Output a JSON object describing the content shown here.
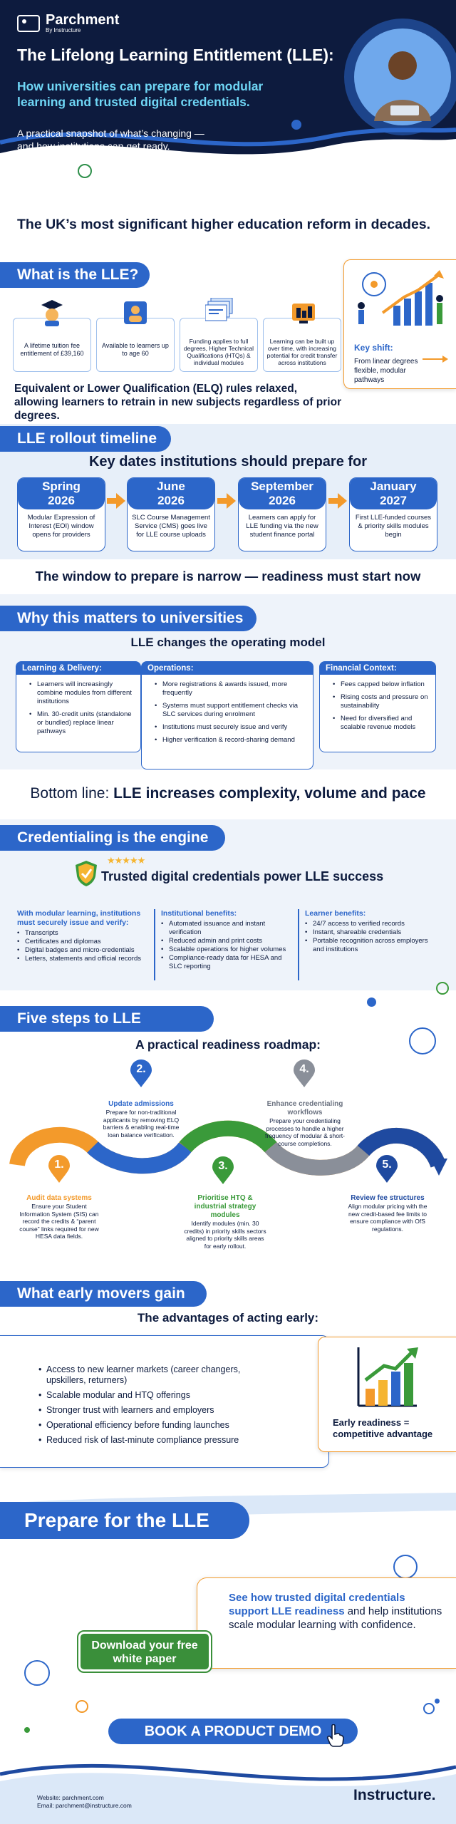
{
  "header": {
    "logo_name": "Parchment",
    "logo_sub": "By Instructure",
    "title": "The Lifelong Learning Entitlement (LLE):",
    "subtitle_line1": "How universities can prepare for modular",
    "subtitle_line2": "learning and trusted digital credentials.",
    "intro_line1": "A practical snapshot of what’s changing —",
    "intro_line2": "and how institutions can get ready."
  },
  "headline": "The UK’s most significant higher education reform in decades.",
  "what_is": {
    "heading": "What is the LLE?",
    "cards": [
      {
        "text": "A lifetime tuition fee entitlement of £39,160"
      },
      {
        "text": "Available to learners up to age 60"
      },
      {
        "text": "Funding applies to full degrees, Higher Technical Qualifications (HTQs) & individual modules"
      },
      {
        "text": "Learning can be built up over time, with increasing potential for credit transfer across institutions"
      }
    ],
    "key_shift_label": "Key shift:",
    "key_shift_text": "From linear degrees flexible, modular pathways",
    "elq_text": "Equivalent or Lower Qualification (ELQ) rules relaxed, allowing learners to retrain in new subjects regardless of prior degrees."
  },
  "timeline": {
    "heading": "LLE rollout timeline",
    "subheading": "Key dates institutions should prepare for",
    "items": [
      {
        "month": "Spring",
        "year": "2026",
        "text": "Modular Expression of Interest (EOI) window opens for providers"
      },
      {
        "month": "June",
        "year": "2026",
        "text": "SLC Course Management Service (CMS) goes live for LLE course uploads"
      },
      {
        "month": "September",
        "year": "2026",
        "text": "Learners can apply for LLE funding via the new student finance portal"
      },
      {
        "month": "January",
        "year": "2027",
        "text": "First LLE-funded courses & priority skills modules begin"
      }
    ],
    "window_text": "The window to prepare is narrow — readiness must start now"
  },
  "why": {
    "heading": "Why this matters to universities",
    "subheading": "LLE changes the operating model",
    "columns": [
      {
        "title": "Learning & Delivery:",
        "items": [
          "Learners will increasingly combine modules from different institutions",
          "Min. 30-credit units (standalone or bundled) replace linear pathways"
        ]
      },
      {
        "title": "Operations:",
        "items": [
          "More registrations & awards issued, more frequently",
          "Systems must support entitlement checks via SLC services during enrolment",
          "Institutions must securely issue and verify",
          "Higher verification & record-sharing demand"
        ]
      },
      {
        "title": "Financial Context:",
        "items": [
          "Fees capped below inflation",
          "Rising costs and pressure on sustainability",
          "Need for diversified and scalable revenue models"
        ]
      }
    ],
    "bottom_prefix": "Bottom line: ",
    "bottom_bold": "LLE increases complexity, volume and pace"
  },
  "credentialing": {
    "heading": "Credentialing is the engine",
    "subheading": "Trusted digital credentials power LLE success",
    "col1_title": "With modular learning, institutions must securely issue and verify:",
    "col1_items": [
      "Transcripts",
      "Certificates and diplomas",
      "Digital badges and micro-credentials",
      "Letters, statements and official records"
    ],
    "col2_title": "Institutional benefits:",
    "col2_items": [
      "Automated issuance and instant verification",
      "Reduced admin and print costs",
      "Scalable operations for higher volumes",
      "Compliance-ready data for HESA and SLC reporting"
    ],
    "col3_title": "Learner benefits:",
    "col3_items": [
      "24/7 access to verified records",
      "Instant, shareable credentials",
      "Portable recognition across employers and institutions"
    ]
  },
  "steps": {
    "heading": "Five steps to LLE readiness",
    "subheading": "A practical readiness roadmap:",
    "items": [
      {
        "num": "1.",
        "title": "Audit data systems",
        "text": "Ensure your Student Information System (SIS) can record the credits & “parent course” links required for new HESA data fields."
      },
      {
        "num": "2.",
        "title": "Update admissions",
        "text": "Prepare for non-traditional applicants by removing ELQ barriers & enabling real-time loan balance verification."
      },
      {
        "num": "3.",
        "title": "Prioritise HTQ & industrial strategy modules",
        "text": "Identify modules (min. 30 credits) in priority skills sectors aligned to priority skills areas for early rollout."
      },
      {
        "num": "4.",
        "title": "Enhance credentialing workflows",
        "text": "Prepare your credentialing processes to handle a higher frequency of modular & short-course completions."
      },
      {
        "num": "5.",
        "title": "Review fee structures",
        "text": "Align modular pricing with the new credit-based fee limits to ensure compliance with OfS regulations."
      }
    ]
  },
  "early": {
    "heading": "What early movers gain",
    "subheading": "The advantages of acting early:",
    "items": [
      "Access to new learner markets (career changers, upskillers, returners)",
      "Scalable modular and HTQ offerings",
      "Stronger trust with learners and employers",
      "Operational efficiency before funding launches",
      "Reduced risk of last-minute compliance pressure"
    ],
    "callout": "Early readiness = competitive advantage"
  },
  "prepare": {
    "heading": "Prepare for the LLE",
    "cta_blue": "See how trusted digital credentials support LLE readiness",
    "cta_rest": " and help institutions scale modular learning with confidence.",
    "download_button": "Download your free white paper",
    "demo_button": "BOOK A PRODUCT DEMO"
  },
  "footer": {
    "website_label": "Website: parchment.com",
    "email_label": "Email: parchment@instructure.com",
    "brand": "Instructure."
  },
  "colors": {
    "navy": "#0d1b3e",
    "blue": "#2c66c9",
    "orange": "#f39a2b",
    "green": "#3a9a3a",
    "cyan": "#6fd6f5"
  }
}
